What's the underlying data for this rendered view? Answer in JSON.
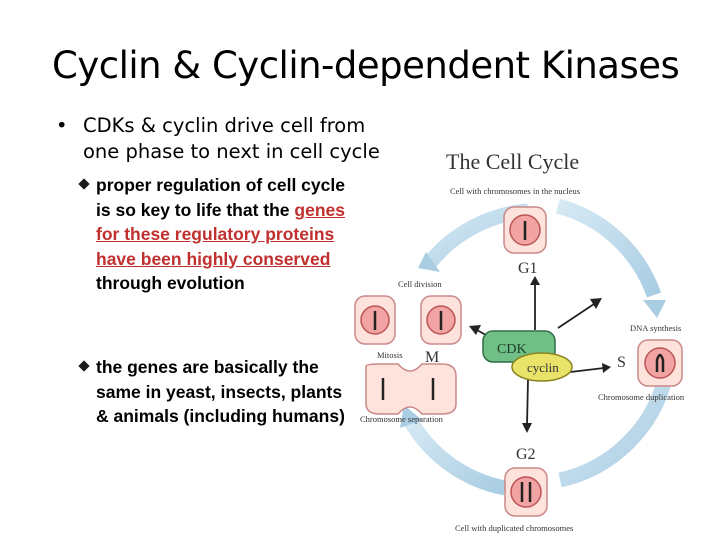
{
  "slide": {
    "title": "Cyclin & Cyclin-dependent Kinases",
    "bullet": "CDKs & cyclin drive cell from one phase to next in cell cycle",
    "bullet_marker": "•",
    "sub1_pre": "proper regulation of cell cycle is so key to life that the ",
    "sub1_highlight": "genes for these regulatory proteins have been highly conserved",
    "sub1_post": " through evolution",
    "sub2": "the genes are basically the same in yeast, insects, plants & animals (including humans)"
  },
  "diagram": {
    "title": "The Cell Cycle",
    "label_nucleus": "Cell with chromosomes in the nucleus",
    "label_g1": "G1",
    "label_cell_division": "Cell division",
    "label_dna_synthesis": "DNA synthesis",
    "label_s": "S",
    "label_mitosis": "Mitosis",
    "label_m": "M",
    "label_chromosome_duplication": "Chromosome duplication",
    "label_chromosome_separation": "Chromosome separation",
    "label_g2": "G2",
    "label_duplicated": "Cell with duplicated chromosomes",
    "cdk": "CDK",
    "cyclin": "cyclin",
    "colors": {
      "cdk": "#6fbf86",
      "cyclin": "#e9e36a",
      "arrow": "#b8d6e8",
      "cell_fill": "#fde3dc",
      "nucleus": "#f2a3a3"
    }
  }
}
